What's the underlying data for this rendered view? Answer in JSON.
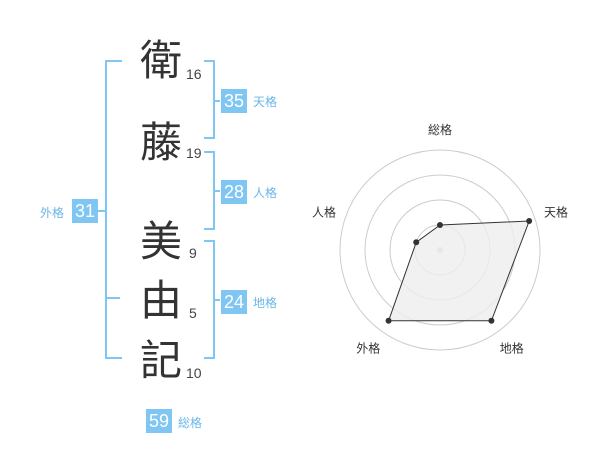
{
  "name": {
    "surname": [
      {
        "char": "衛",
        "strokes": "16"
      },
      {
        "char": "藤",
        "strokes": "19"
      }
    ],
    "given": [
      {
        "char": "美",
        "strokes": "9"
      },
      {
        "char": "由",
        "strokes": "5"
      },
      {
        "char": "記",
        "strokes": "10"
      }
    ]
  },
  "fortunes": {
    "tenkaku": {
      "value": "35",
      "label": "天格"
    },
    "jinkaku": {
      "value": "28",
      "label": "人格"
    },
    "chikaku": {
      "value": "24",
      "label": "地格"
    },
    "gaikaku": {
      "value": "31",
      "label": "外格"
    },
    "soukaku": {
      "value": "59",
      "label": "総格"
    }
  },
  "colors": {
    "accent": "#7fc6f3",
    "bracket": "#7fc6f3",
    "label": "#6ab6e8",
    "ring": "#cccccc",
    "polygon_fill": "#eeeeee",
    "polygon_stroke": "#333333"
  },
  "chart_data": {
    "type": "radar",
    "axes": [
      "総格",
      "天格",
      "地格",
      "外格",
      "人格"
    ],
    "rings": 4,
    "range": [
      0,
      4
    ],
    "values": [
      1,
      3.75,
      3.5,
      3.5,
      1
    ]
  }
}
